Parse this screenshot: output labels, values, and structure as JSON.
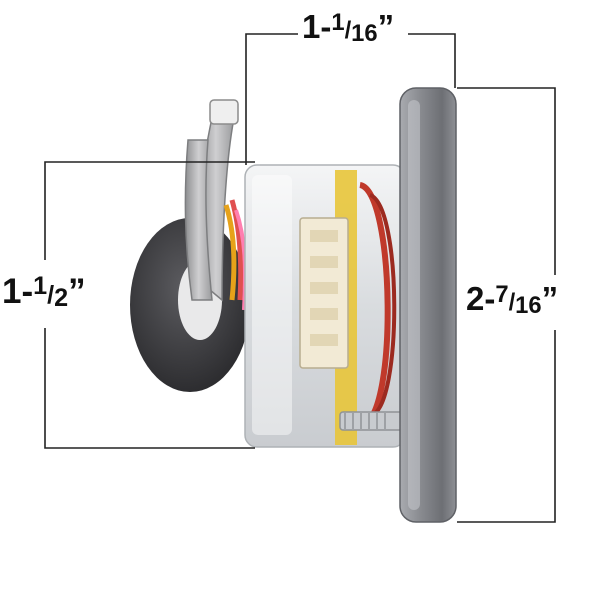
{
  "figure": {
    "subject": "spa-pump-switch-photo",
    "dimensions": {
      "depth": {
        "whole": "1-",
        "num": "1",
        "den": "16",
        "mark": "”"
      },
      "height": {
        "whole": "1-",
        "num": "1",
        "den": "2",
        "mark": "”"
      },
      "flange": {
        "whole": "2-",
        "num": "7",
        "den": "16",
        "mark": "”"
      }
    },
    "colors": {
      "line": "#222222",
      "flange": "#8b8d92",
      "ferrite": "#3f3f42",
      "cable": "#b9b9bb",
      "clear_body": "#e6e8ea",
      "tape": "#e8c53a",
      "copper": "#c0392b",
      "connector": "#f2ead5"
    }
  }
}
